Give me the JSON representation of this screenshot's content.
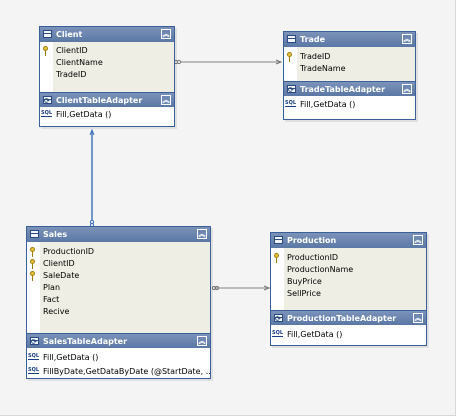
{
  "tables": {
    "client": {
      "title": "Client",
      "fields": [
        "ClientID",
        "ClientName",
        "TradeID"
      ],
      "adapter": "ClientTableAdapter",
      "methods": [
        "Fill,GetData ()"
      ]
    },
    "trade": {
      "title": "Trade",
      "fields": [
        "TradeID",
        "TradeName"
      ],
      "adapter": "TradeTableAdapter",
      "methods": [
        "Fill,GetData ()"
      ]
    },
    "sales": {
      "title": "Sales",
      "fields": [
        "ProductionID",
        "ClientID",
        "SaleDate",
        "Plan",
        "Fact",
        "Recive"
      ],
      "adapter": "SalesTableAdapter",
      "methods": [
        "Fill,GetData ()",
        "FillByDate,GetDataByDate (@StartDate, ..."
      ]
    },
    "production": {
      "title": "Production",
      "fields": [
        "ProductionID",
        "ProductionName",
        "BuyPrice",
        "SellPrice"
      ],
      "adapter": "ProductionTableAdapter",
      "methods": [
        "Fill,GetData ()"
      ]
    }
  },
  "icons": {
    "table": "table-icon",
    "adapter": "table-adapter-icon",
    "key": "primary-key-icon",
    "method": "sql-method-icon",
    "collapse": "collapse-icon"
  }
}
